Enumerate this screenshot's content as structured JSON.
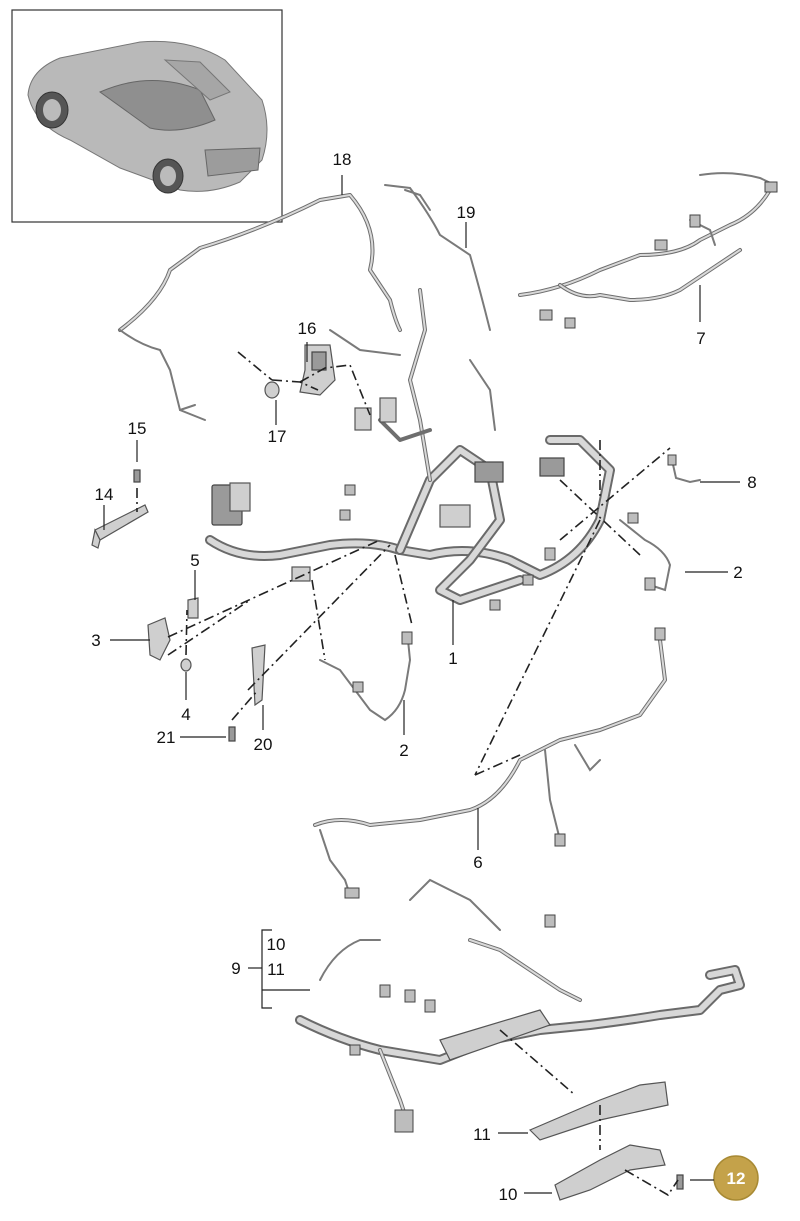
{
  "diagram": {
    "callouts": {
      "c1": "1",
      "c2a": "2",
      "c2b": "2",
      "c3": "3",
      "c4": "4",
      "c5": "5",
      "c6": "6",
      "c7": "7",
      "c8": "8",
      "c9": "9",
      "c10a": "10",
      "c10b": "10",
      "c11a": "11",
      "c11b": "11",
      "c14": "14",
      "c15": "15",
      "c16": "16",
      "c17": "17",
      "c18": "18",
      "c19": "19",
      "c20": "20",
      "c21": "21"
    },
    "badge": {
      "label": "12",
      "color": "#c4a24a"
    },
    "colors": {
      "line": "#222222",
      "harness": "#6e6e6e",
      "harness_fill": "#d9d9d9",
      "frame": "#333333"
    }
  }
}
